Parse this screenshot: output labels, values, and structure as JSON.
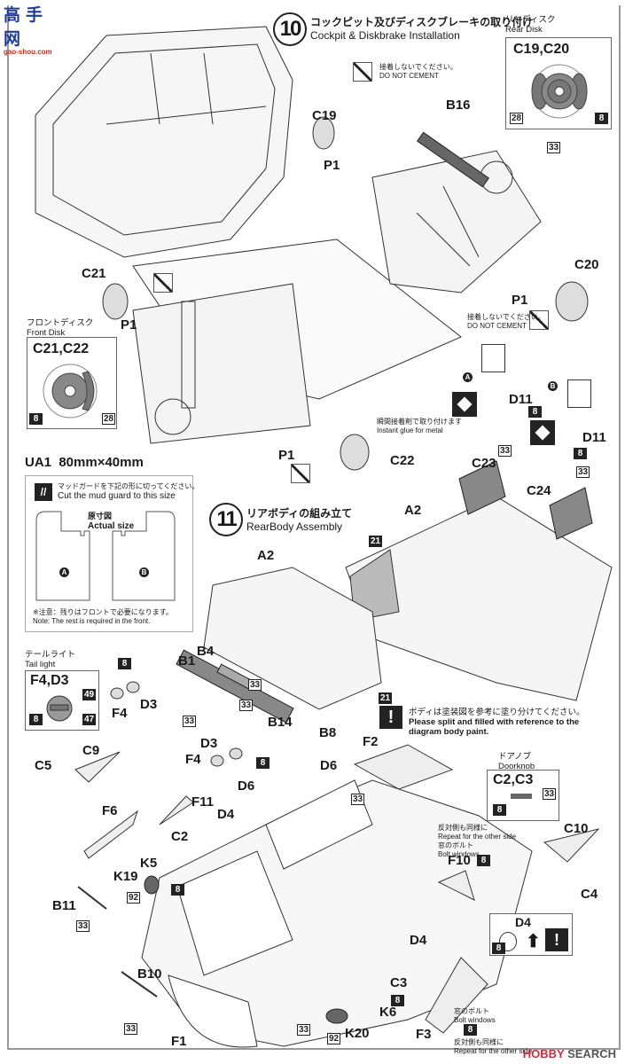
{
  "site_logo": {
    "chars": "高手网",
    "url": "gao-shou.com"
  },
  "step10": {
    "number": "10",
    "title_jp": "コックピット及びディスクブレーキの取り付け",
    "title_en": "Cockpit & Diskbrake Installation",
    "no_cement_jp": "接着しないでください。",
    "no_cement_en": "DO NOT CEMENT",
    "parts": {
      "c19": "C19",
      "b16": "B16",
      "p1_top": "P1",
      "c20": "C20",
      "p1_right": "P1",
      "c21": "C21",
      "p1_left": "P1",
      "p1_bottom": "P1",
      "c22": "C22",
      "a_marker": "A",
      "b_marker": "B",
      "d11_a": "D11",
      "d11_b": "D11"
    },
    "color_codes": {
      "b16": "33",
      "d11_a": "8",
      "d11_b": "8",
      "c23": "33",
      "c24": "33"
    },
    "instant_glue_jp": "瞬間接着剤で取り付けます",
    "instant_glue_en": "Instant glue for metal"
  },
  "rear_disk": {
    "title_jp": "リヤディスク",
    "title_en": "Rear Disk",
    "parts": "C19,C20",
    "code_left": "28",
    "code_right": "8"
  },
  "front_disk": {
    "title_jp": "フロントディスク",
    "title_en": "Front Disk",
    "parts": "C21,C22",
    "code_left": "8",
    "code_right": "28"
  },
  "mudguard": {
    "header": "UA1  80mm×40mm",
    "instruction_jp": "マッドガードを下記の形に切ってください。",
    "instruction_en": "Cut the mud guard to this size",
    "actual_jp": "原寸図",
    "actual_en": "Actual size",
    "left_marker": "A",
    "right_marker": "B",
    "note_jp": "※注意：残りはフロントで必要になります。",
    "note_en": "Note: The rest is required in the front."
  },
  "step11": {
    "number": "11",
    "title_jp": "リアボディの組み立て",
    "title_en": "RearBody Assembly",
    "parts": {
      "c23": "C23",
      "c24": "C24",
      "a2_right": "A2",
      "a2_left": "A2",
      "b1": "B1",
      "b4": "B4",
      "f4_top": "F4",
      "d3_top": "D3",
      "b14": "B14",
      "b8": "B8",
      "d3_bottom": "D3",
      "f4_bottom": "F4"
    },
    "color_codes": {
      "a2": "21",
      "b4": "33",
      "b1": "33",
      "grille": "33",
      "d3_top": "8",
      "d3_bottom": "8"
    }
  },
  "tail_light": {
    "title_jp": "テールライト",
    "title_en": "Tail light",
    "parts": "F4,D3",
    "code_top": "49",
    "code_left": "8",
    "code_bottom": "47"
  },
  "body_paint": {
    "code": "21",
    "note_jp": "ボディは塗装図を参考に塗り分けてください。",
    "note_en": "Please split and filled with reference to the diagram body paint."
  },
  "doorknob": {
    "title_jp": "ドアノブ",
    "title_en": "Doorknob",
    "parts": "C2,C3",
    "code_right": "33",
    "code_left": "8"
  },
  "body_parts": {
    "labels": {
      "f2": "F2",
      "d6_left": "D6",
      "d6_right": "D6",
      "c9": "C9",
      "c5": "C5",
      "f6": "F6",
      "f11": "F11",
      "d4_top": "D4",
      "c2": "C2",
      "k5": "K5",
      "k19": "K19",
      "b11": "B11",
      "b10": "B10",
      "f1": "F1",
      "f10": "F10",
      "c10": "C10",
      "c4": "C4",
      "d4_bottom": "D4",
      "c3": "C3",
      "k6": "K6",
      "k20": "K20",
      "f3": "F3"
    },
    "color_codes": {
      "f2": "33",
      "k5": "8",
      "k19": "92",
      "b11": "33",
      "b10": "33",
      "body": "33",
      "k20": "92",
      "f10": "8",
      "c3": "8",
      "f3": "8"
    },
    "repeat_jp": "反対側も同様に",
    "repeat_en": "Repeat for the other side",
    "bolt_jp": "窓のボルト",
    "bolt_en": "Bolt windows"
  },
  "d4_box": {
    "part": "D4",
    "code": "8"
  },
  "watermark": {
    "hobby": "HOBBY",
    "search": "SEARCH"
  }
}
